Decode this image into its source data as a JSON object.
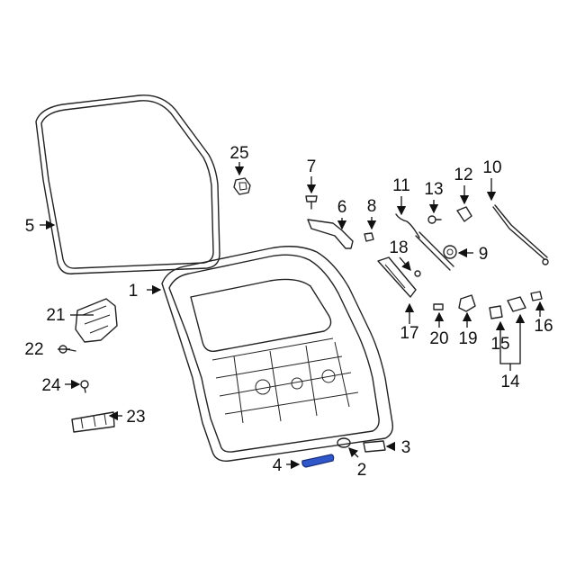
{
  "diagram": {
    "callouts": [
      {
        "id": "c1",
        "text": "1"
      },
      {
        "id": "c2",
        "text": "2"
      },
      {
        "id": "c3",
        "text": "3"
      },
      {
        "id": "c4",
        "text": "4"
      },
      {
        "id": "c5",
        "text": "5"
      },
      {
        "id": "c6",
        "text": "6"
      },
      {
        "id": "c7",
        "text": "7"
      },
      {
        "id": "c8",
        "text": "8"
      },
      {
        "id": "c9",
        "text": "9"
      },
      {
        "id": "c10",
        "text": "10"
      },
      {
        "id": "c11",
        "text": "11"
      },
      {
        "id": "c12",
        "text": "12"
      },
      {
        "id": "c13",
        "text": "13"
      },
      {
        "id": "c14",
        "text": "14"
      },
      {
        "id": "c15",
        "text": "15"
      },
      {
        "id": "c16",
        "text": "16"
      },
      {
        "id": "c17",
        "text": "17"
      },
      {
        "id": "c18",
        "text": "18"
      },
      {
        "id": "c19",
        "text": "19"
      },
      {
        "id": "c20",
        "text": "20"
      },
      {
        "id": "c21",
        "text": "21"
      },
      {
        "id": "c22",
        "text": "22"
      },
      {
        "id": "c23",
        "text": "23"
      },
      {
        "id": "c24",
        "text": "24"
      },
      {
        "id": "c25",
        "text": "25"
      }
    ],
    "colors": {
      "highlight_part": "#2f57c9",
      "line": "#222222"
    }
  }
}
